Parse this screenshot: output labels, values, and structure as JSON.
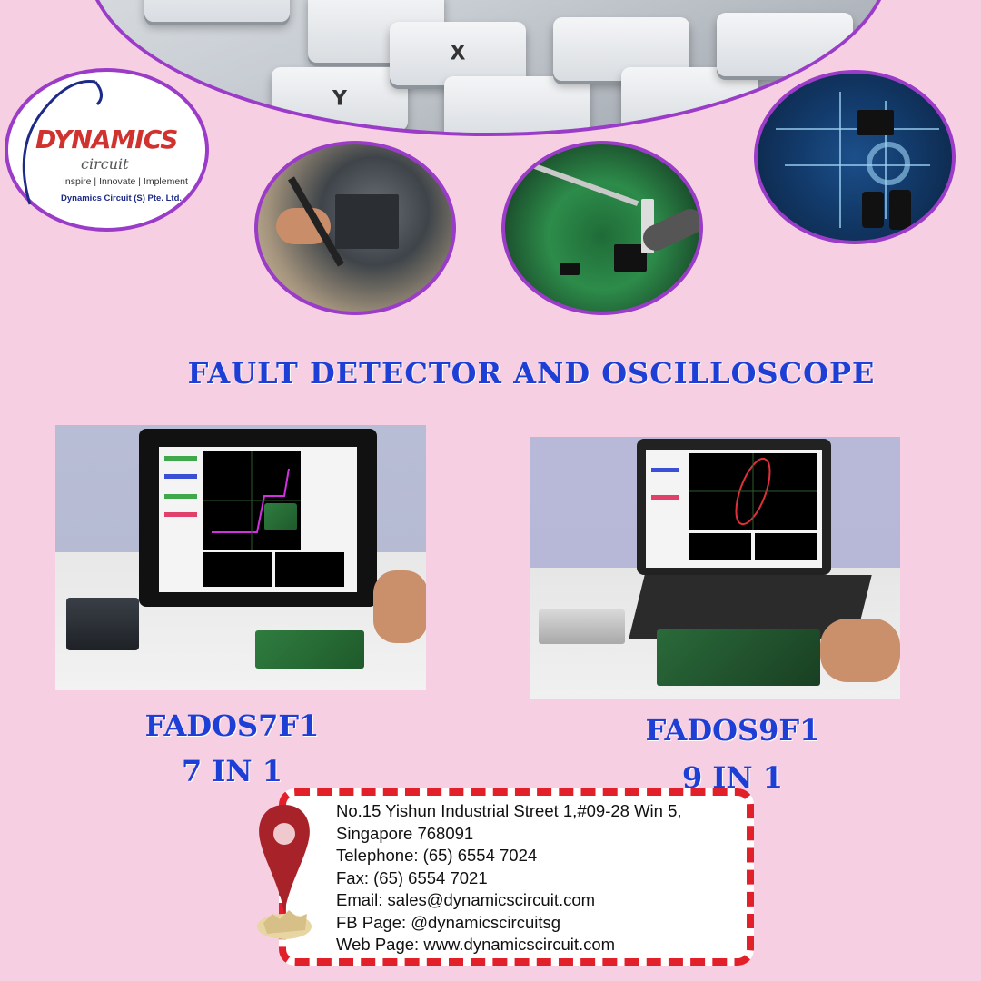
{
  "header": {
    "keyboard_keys": [
      "X",
      "Y"
    ]
  },
  "logo": {
    "brand": "DYNAMICS",
    "sub": "circuit",
    "tagline": "Inspire | Innovate | Implement",
    "company": "Dynamics Circuit (S) Pte. Ltd."
  },
  "title": "FAULT DETECTOR AND OSCILLOSCOPE",
  "products": [
    {
      "name": "FADOS7F1",
      "count": "7 IN 1"
    },
    {
      "name": "FADOS9F1",
      "count": "9 IN 1"
    }
  ],
  "contact": {
    "lines": [
      "No.15 Yishun Industrial Street 1,#09-28 Win 5,",
      "Singapore 768091",
      "Telephone: (65) 6554 7024",
      "Fax: (65) 6554 7021",
      "Email: sales@dynamicscircuit.com",
      "FB Page: @dynamicscircuitsg",
      "Web Page: www.dynamicscircuit.com"
    ]
  },
  "colors": {
    "background": "#f7cfe3",
    "frame_purple": "#9b3cc9",
    "title_blue": "#1e3fd6",
    "contact_border_red": "#e2202a",
    "brand_red": "#d0322f"
  },
  "icons": [
    "location-pin-icon"
  ]
}
